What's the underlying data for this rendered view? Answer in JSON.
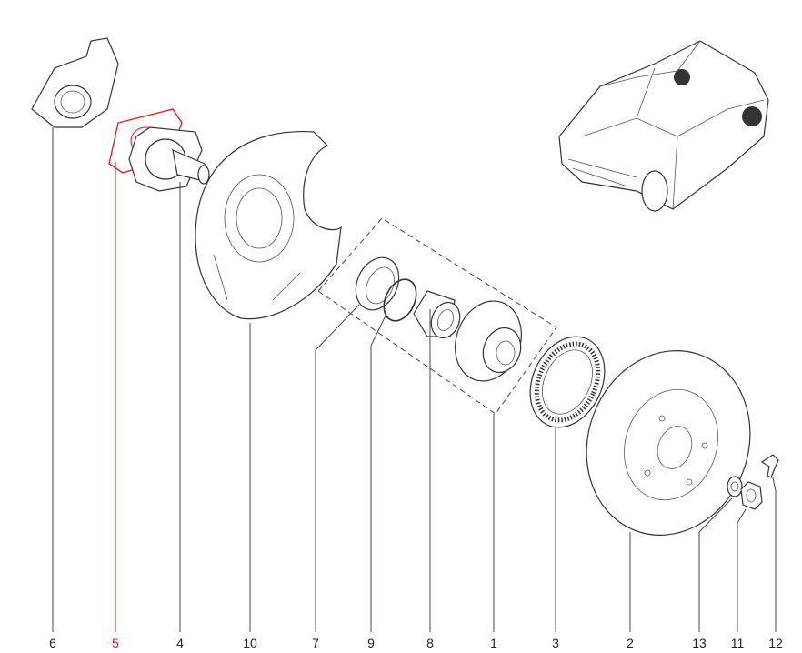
{
  "diagram": {
    "selected_part": "5",
    "colors": {
      "selected": "#e8141b",
      "line": "#333333"
    },
    "callouts": [
      {
        "number": "6"
      },
      {
        "number": "5"
      },
      {
        "number": "4"
      },
      {
        "number": "10"
      },
      {
        "number": "7"
      },
      {
        "number": "9"
      },
      {
        "number": "8"
      },
      {
        "number": "1"
      },
      {
        "number": "3"
      },
      {
        "number": "2"
      },
      {
        "number": "13"
      },
      {
        "number": "11"
      },
      {
        "number": "12"
      }
    ]
  }
}
